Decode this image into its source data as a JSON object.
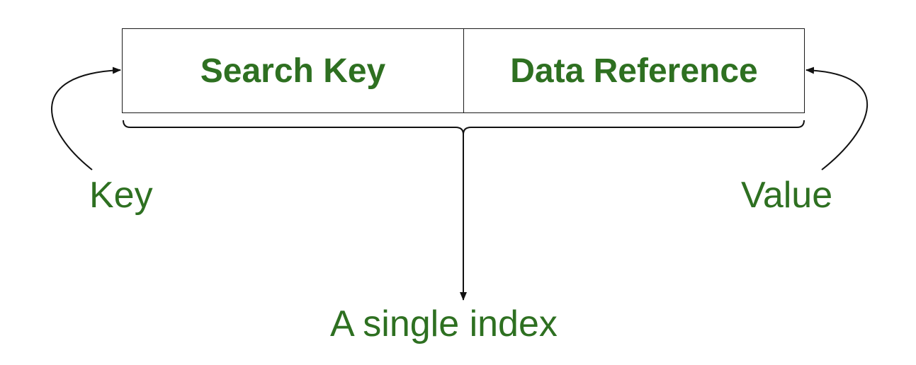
{
  "record": {
    "search_key_label": "Search Key",
    "data_reference_label": "Data Reference"
  },
  "annotations": {
    "key_label": "Key",
    "value_label": "Value",
    "index_label": "A single index"
  },
  "colors": {
    "text": "#2e7021",
    "lines": "#111111"
  }
}
